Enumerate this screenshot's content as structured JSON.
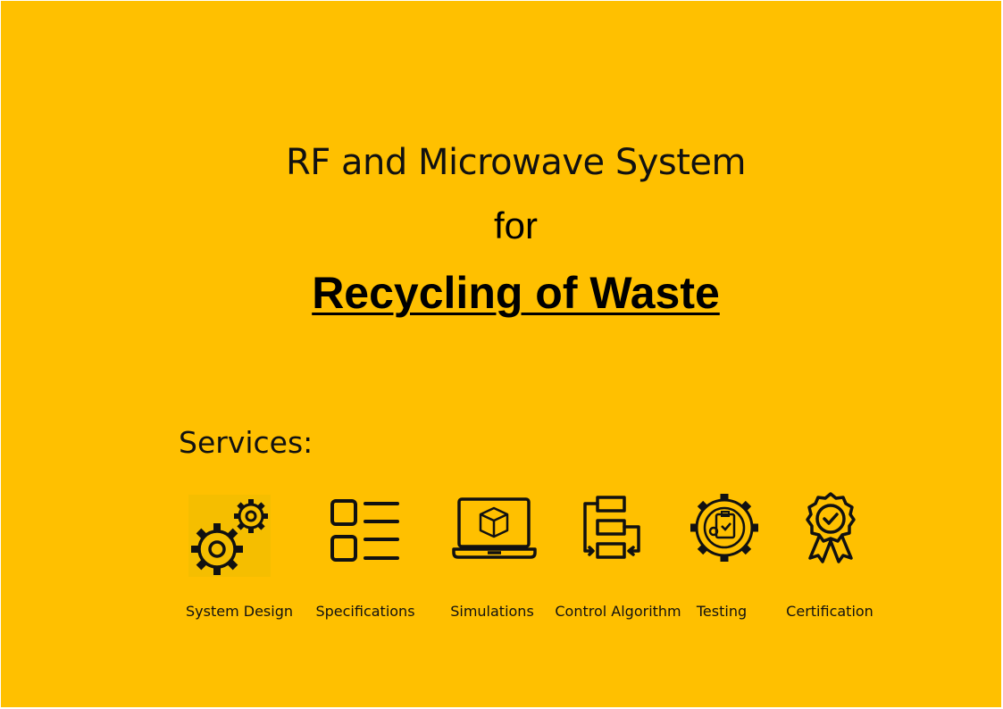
{
  "title": {
    "line1": "RF and Microwave System",
    "line2": "for",
    "line3": "Recycling of Waste"
  },
  "services_heading": "Services:",
  "services": [
    {
      "label": "System Design",
      "icon": "gears-icon"
    },
    {
      "label": "Specifications",
      "icon": "checklist-icon"
    },
    {
      "label": "Simulations",
      "icon": "laptop-cube-icon"
    },
    {
      "label": "Control Algorithm",
      "icon": "flowchart-icon"
    },
    {
      "label": "Testing",
      "icon": "gear-clipboard-check-icon"
    },
    {
      "label": "Certification",
      "icon": "award-ribbon-check-icon"
    }
  ],
  "colors": {
    "background": "#FFC000",
    "text": "#111111"
  }
}
